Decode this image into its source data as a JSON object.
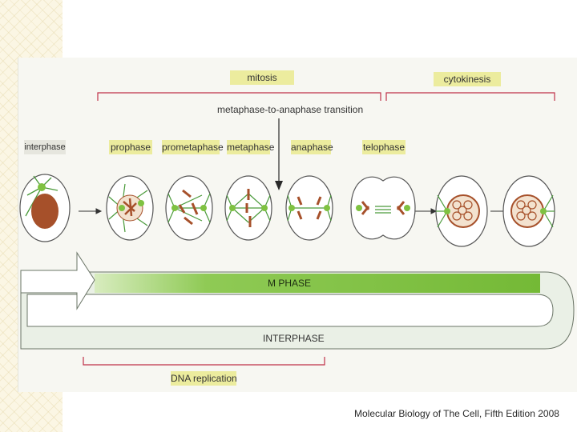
{
  "header": {
    "mitosis": "mitosis",
    "cytokinesis": "cytokinesis",
    "transition": "metaphase-to-anaphase transition"
  },
  "stages": [
    "interphase",
    "prophase",
    "prometaphase",
    "metaphase",
    "anaphase",
    "telophase"
  ],
  "bands": {
    "m_phase": "M PHASE",
    "interphase": "INTERPHASE"
  },
  "footer": {
    "dna_replication": "DNA replication"
  },
  "credit": "Molecular Biology of The Cell, Fifth Edition 2008",
  "colors": {
    "label_bg": "#ecec9e",
    "green": "#7fc241",
    "red_bracket": "#c0314a",
    "chromosome": "#b5562b"
  }
}
